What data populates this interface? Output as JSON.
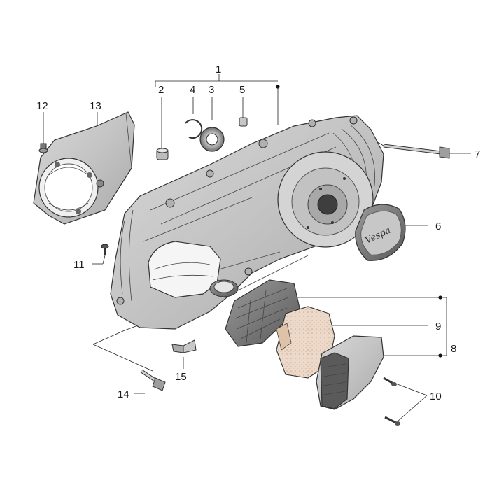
{
  "diagram": {
    "callouts": {
      "c1": "1",
      "c2": "2",
      "c3": "3",
      "c4": "4",
      "c5": "5",
      "c6": "6",
      "c7": "7",
      "c8": "8",
      "c9": "9",
      "c10": "10",
      "c11": "11",
      "c12": "12",
      "c13": "13",
      "c14": "14",
      "c15": "15"
    },
    "logo_text": "Vespa"
  }
}
